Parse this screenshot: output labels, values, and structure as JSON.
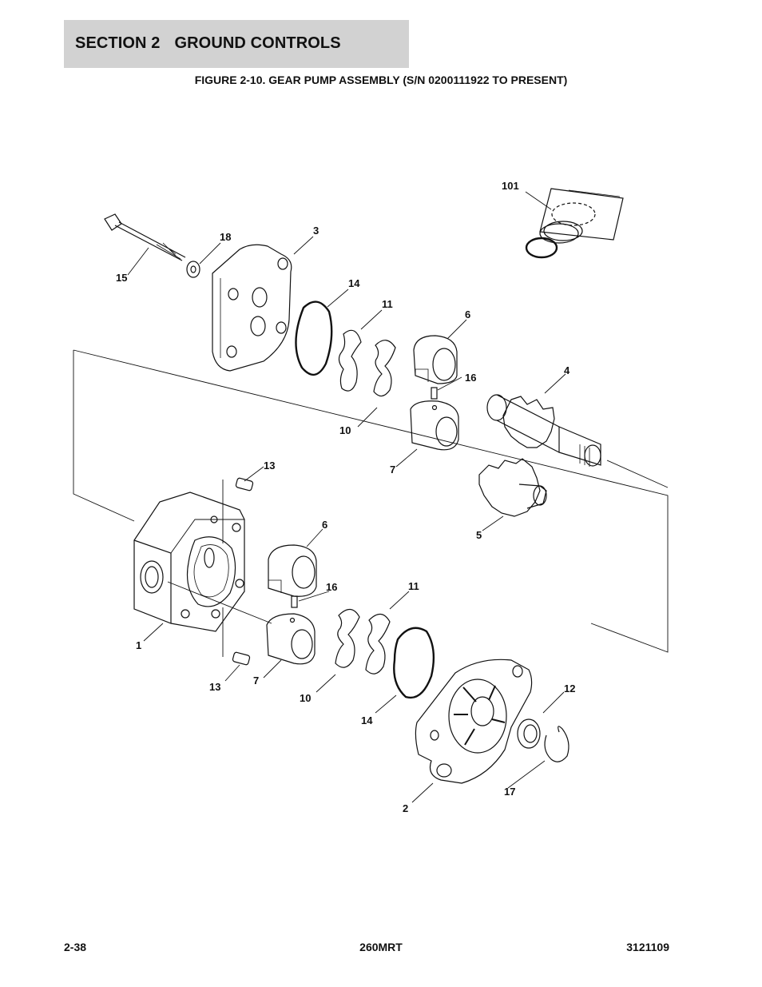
{
  "header": {
    "section": "SECTION 2",
    "title": "GROUND CONTROLS"
  },
  "figure": {
    "title": "FIGURE 2-10. GEAR PUMP ASSEMBLY (S/N 0200111922 TO PRESENT)",
    "callouts": {
      "p101": "101",
      "p18": "18",
      "p3": "3",
      "p15": "15",
      "p14a": "14",
      "p11a": "11",
      "p6a": "6",
      "p16a": "16",
      "p4": "4",
      "p10a": "10",
      "p7a": "7",
      "p13a": "13",
      "p5": "5",
      "p6b": "6",
      "p16b": "16",
      "p11b": "11",
      "p1": "1",
      "p13b": "13",
      "p7b": "7",
      "p10b": "10",
      "p12": "12",
      "p14b": "14",
      "p17": "17",
      "p2": "2"
    }
  },
  "footer": {
    "page": "2-38",
    "model": "260MRT",
    "doc_number": "3121109"
  }
}
